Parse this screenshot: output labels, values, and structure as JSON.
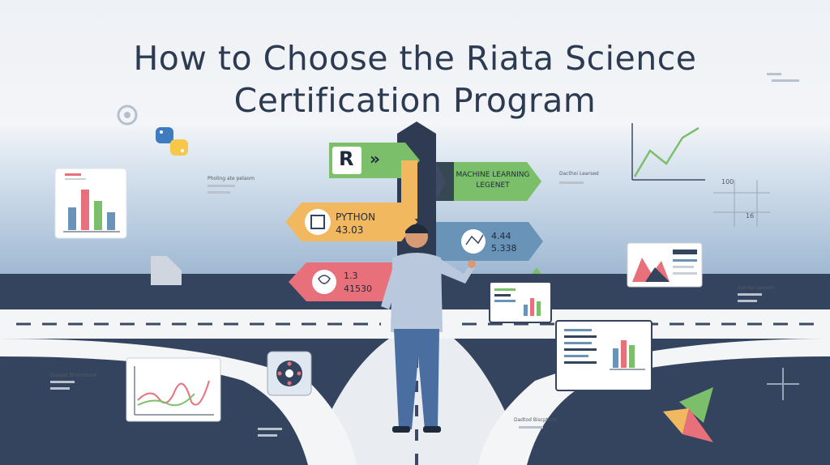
{
  "title": {
    "line1": "How to Choose the Riata Science",
    "line2": "Certification Program"
  },
  "signs": {
    "r_label": "R",
    "r_arrows": "»",
    "machine_learning_line1": "MACHINE LEARNING",
    "machine_learning_line2": "LEGENET",
    "python_label": "PYTHON",
    "python_value": "43.03",
    "sign_right_line1": "4.44",
    "sign_right_line2": "5.338",
    "sign_left_line1": "1.3",
    "sign_left_line2": "41530"
  },
  "captions": {
    "top_left": "Pholing ate pelaom",
    "top_right": "Dacthoi Learsed",
    "mid_right": "Dacitoi sasoom",
    "bottom_left": "Doaget Bhenistone",
    "bottom_right": "Dadtod Biscpticm"
  },
  "grid_numbers": {
    "top": "100",
    "bottom": "16"
  },
  "colors": {
    "title": "#2c3a52",
    "sign_green": "#7bbf6a",
    "sign_orange": "#f2b860",
    "sign_blue": "#6a93b8",
    "sign_red": "#e8707a",
    "pole": "#2f3b52",
    "ground_dark": "#34445e"
  },
  "icons": {
    "python": "python-logo-icon",
    "gear": "gear-icon",
    "network": "network-icon"
  }
}
